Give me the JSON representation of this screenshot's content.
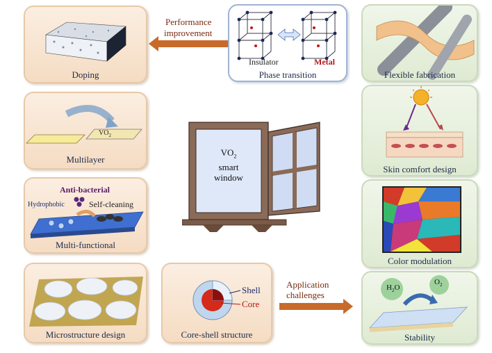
{
  "panels": {
    "doping": "Doping",
    "multilayer": "Multilayer",
    "multifunctional": "Multi-functional",
    "microstructure": "Microstructure design",
    "core_shell": "Core-shell structure",
    "phase_transition": "Phase transition",
    "flexible": "Flexible fabrication",
    "skin": "Skin comfort design",
    "color": "Color modulation",
    "stability": "Stability"
  },
  "center": {
    "line1": "VO",
    "sub": "2",
    "line2": "smart",
    "line3": "window"
  },
  "arrows": {
    "performance_1": "Performance",
    "performance_2": "improvement",
    "application_1": "Application",
    "application_2": "challenges"
  },
  "inner": {
    "insulator": "Insulator",
    "metal": "Metal",
    "vo2": "VO",
    "vo2_sub": "2",
    "anti_bacterial": "Anti-bacterial",
    "hydrophobic": "Hydrophobic",
    "self_cleaning": "Self-cleaning",
    "shell": "Shell",
    "core": "Core",
    "h2o_a": "H",
    "h2o_b": "2",
    "h2o_c": "O",
    "o2_a": "O",
    "o2_b": "2"
  },
  "colors": {
    "arrow": "#c86a2a",
    "panel_peach": "#f5dcc3",
    "panel_green": "#dfead2",
    "label_text": "#1d2a4a",
    "metal_red": "#b01818"
  }
}
